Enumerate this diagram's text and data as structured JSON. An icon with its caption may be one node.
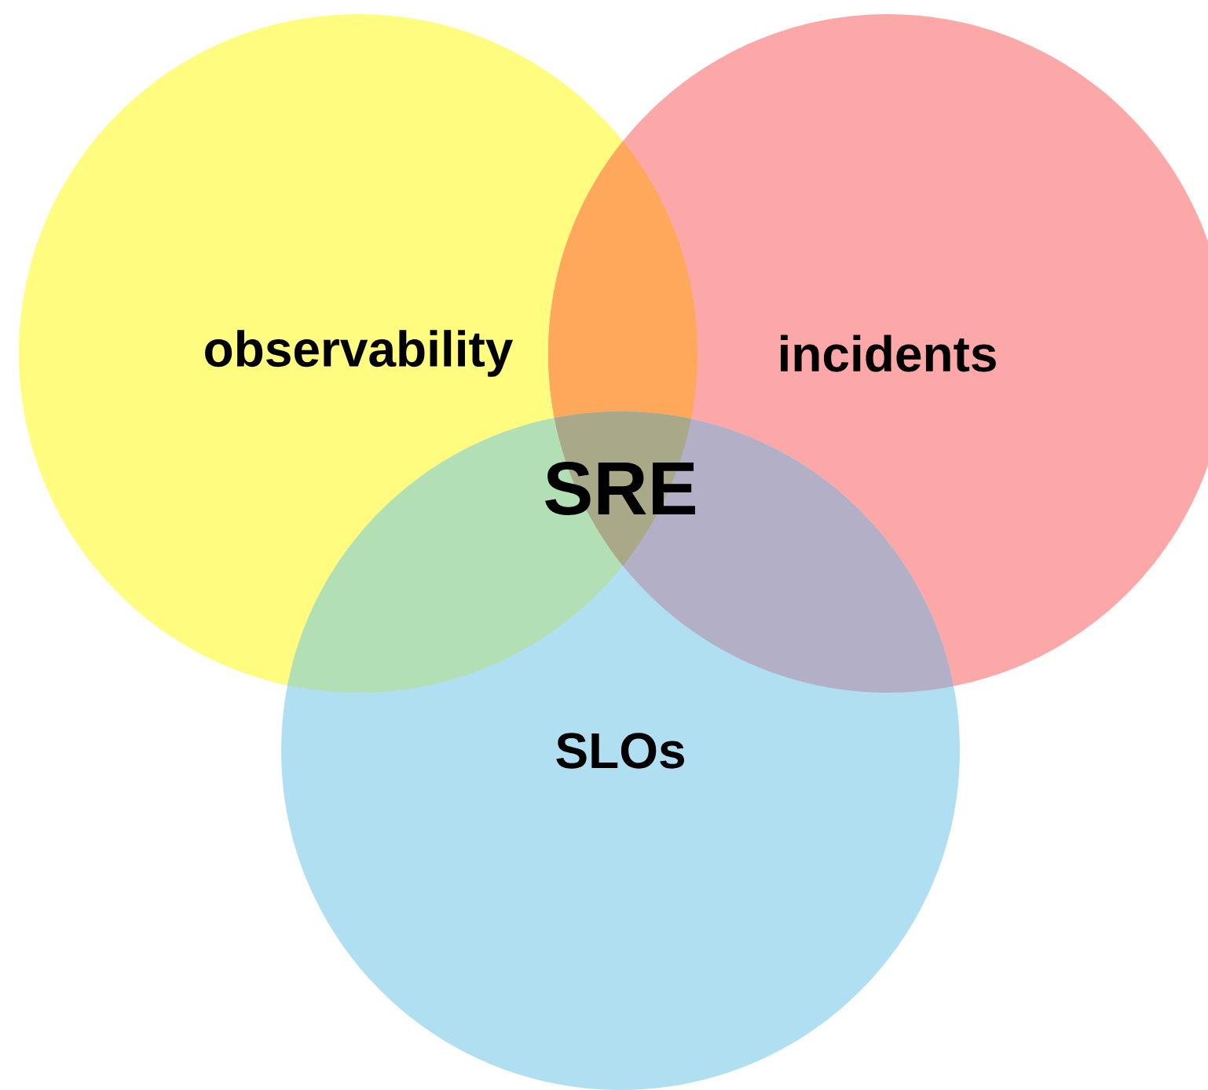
{
  "diagram": {
    "nodes": [
      {
        "text": [
          "observability"
        ]
      },
      {
        "text": [
          "incidents"
        ]
      },
      {
        "text": [
          "SLOs"
        ]
      }
    ],
    "labels": [
      "SRE"
    ]
  }
}
